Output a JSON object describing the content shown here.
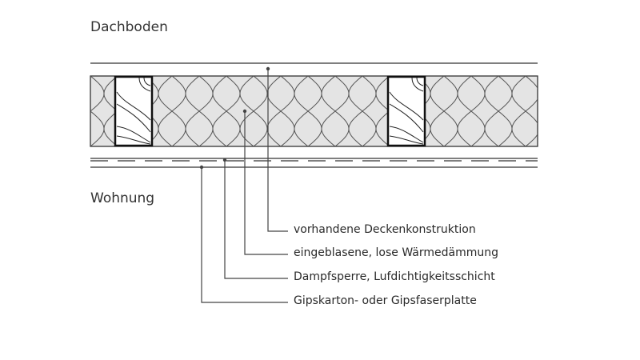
{
  "labels": {
    "top_space": "Dachboden",
    "bottom_space": "Wohnung"
  },
  "legend": [
    "vorhandene Deckenkonstruktion",
    "eingeblasene, lose Wärmedämmung",
    "Dampfsperre, Lufdichtigkeitsschicht",
    "Gipskarton- oder Gipsfaserplatte"
  ],
  "colors": {
    "line": "#333333",
    "insulation_fill": "#e4e4e4"
  }
}
